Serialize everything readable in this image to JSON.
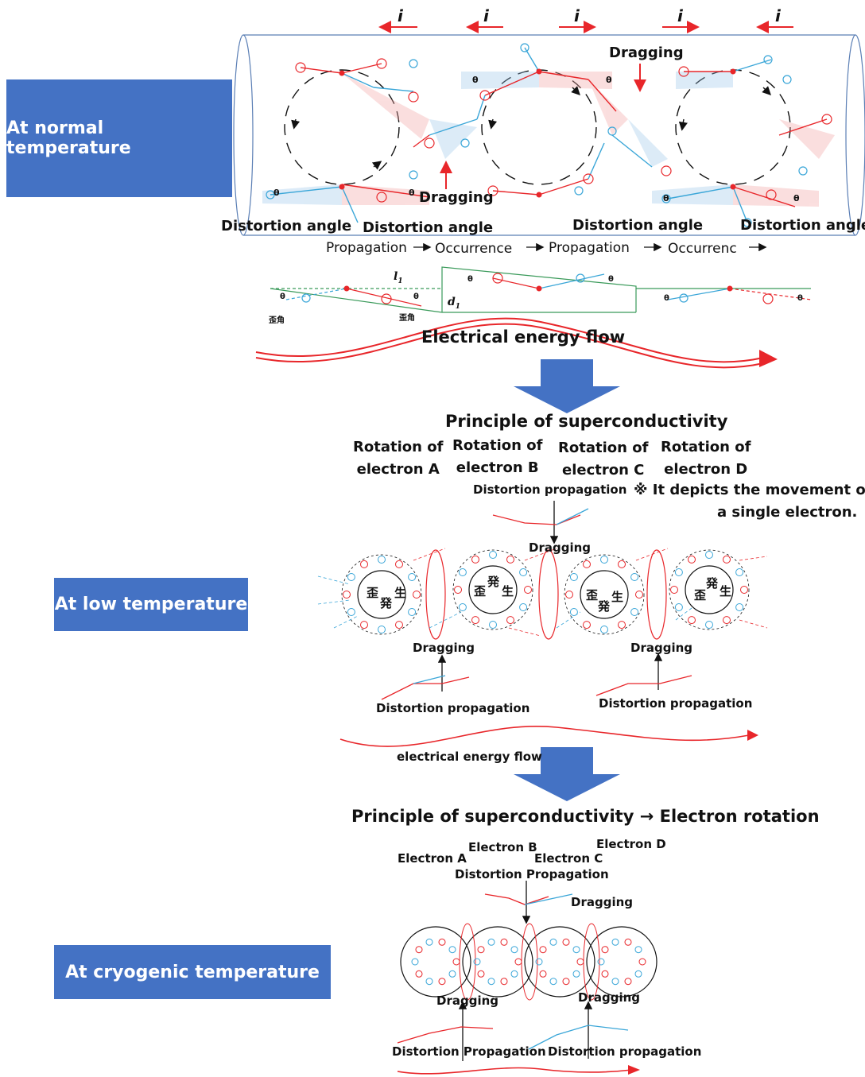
{
  "labels": {
    "normal": "At normal temperature",
    "low": "At low temperature",
    "cryo": "At cryogenic temperature"
  },
  "normal": {
    "current_symbol": "i",
    "dragging": "Dragging",
    "distortion_angle": "Distortion angle",
    "theta": "θ",
    "flow": [
      "Propagation",
      "Occurrence",
      "Propagation",
      "Occurrenc"
    ],
    "l1": "l",
    "l1_sub": "1",
    "d1": "d",
    "d1_sub": "1",
    "kanji_distortion_angle": "歪角",
    "energy_flow": "Electrical energy flow"
  },
  "low": {
    "title": "Principle of superconductivity",
    "rotations": [
      [
        "Rotation of",
        "electron A"
      ],
      [
        "Rotation of",
        "electron B"
      ],
      [
        "Rotation of",
        "electron C"
      ],
      [
        "Rotation of",
        "electron D"
      ]
    ],
    "distortion_propagation": "Distortion propagation",
    "note_line1": "※ It depicts the movement of",
    "note_line2": "a single electron.",
    "dragging": "Dragging",
    "kanji": [
      "歪",
      "発",
      "生"
    ],
    "energy_flow": "electrical energy flow"
  },
  "cryo": {
    "title": "Principle of superconductivity → Electron rotation",
    "electron_a": "Electron A",
    "electron_b": "Electron B",
    "electron_c": "Electron C",
    "electron_d": "Electron D",
    "distortion_propagation_cap": "Distortion Propagation",
    "distortion_propagation": "Distortion propagation",
    "dragging": "Dragging"
  },
  "colors": {
    "label_bg": "#4472c4",
    "red": "#e8262a",
    "blue": "#3aa6d8",
    "arrow_fill": "#4472c4"
  }
}
